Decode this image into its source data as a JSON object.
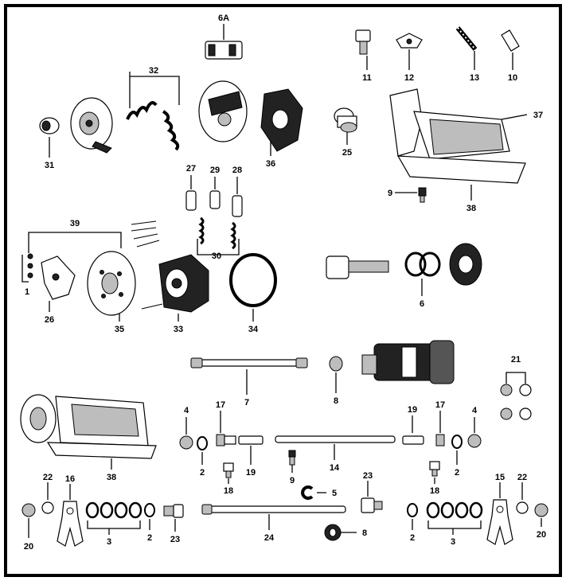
{
  "labels": {
    "p6a": "6A",
    "p11": "11",
    "p12": "12",
    "p13": "13",
    "p10": "10",
    "p32": "32",
    "p37": "37",
    "p31": "31",
    "p36": "36",
    "p25": "25",
    "p27": "27",
    "p29": "29",
    "p28": "28",
    "p9a": "9",
    "p38a": "38",
    "p39": "39",
    "p30": "30",
    "p1": "1",
    "p6": "6",
    "p26": "26",
    "p35": "35",
    "p33": "33",
    "p34": "34",
    "p7": "7",
    "p8a": "8",
    "p21": "21",
    "p4a": "4",
    "p17a": "17",
    "p19a": "19",
    "p17b": "17",
    "p4b": "4",
    "p2a": "2",
    "p19b": "19",
    "p14": "14",
    "p2b": "2",
    "p38b": "38",
    "p18a": "18",
    "p9b": "9",
    "p5": "5",
    "p18b": "18",
    "p22a": "22",
    "p16": "16",
    "p23a": "23",
    "p15": "15",
    "p22b": "22",
    "p20a": "20",
    "p3a": "3",
    "p2c": "2",
    "p23b": "23",
    "p24": "24",
    "p8b": "8",
    "p2d": "2",
    "p3b": "3",
    "p20b": "20"
  }
}
